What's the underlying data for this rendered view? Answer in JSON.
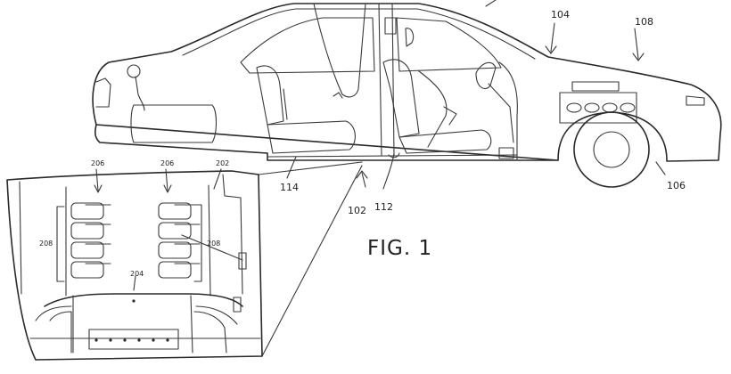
{
  "figure": {
    "caption": "FIG. 1",
    "reference_numerals": {
      "r104": "104",
      "r108": "108",
      "r106": "106",
      "r114": "114",
      "r102": "102",
      "r112": "112"
    },
    "inset_numerals": {
      "r206a": "206",
      "r206b": "206",
      "r202": "202",
      "r208a": "208",
      "r208b": "208",
      "r204": "204"
    }
  }
}
